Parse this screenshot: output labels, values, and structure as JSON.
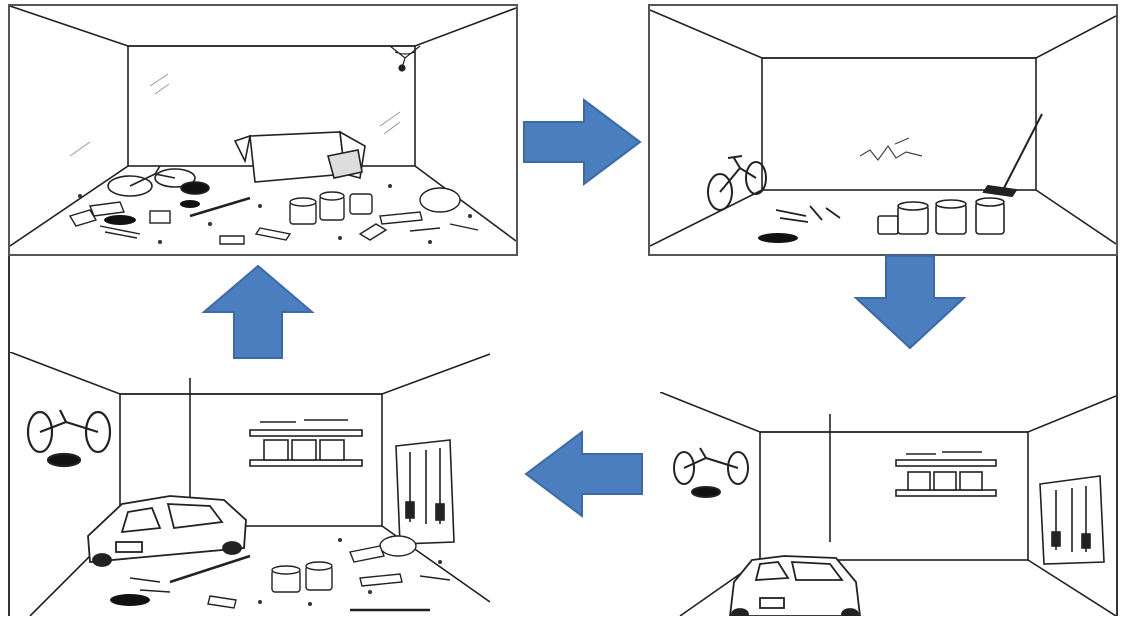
{
  "diagram": {
    "panels": [
      {
        "id": "messy-garage",
        "state": "cluttered"
      },
      {
        "id": "cleared-garage",
        "state": "cleared"
      },
      {
        "id": "organized-garage",
        "state": "organized"
      },
      {
        "id": "cluttered-again-garage",
        "state": "cluttered-with-car"
      }
    ],
    "flow": [
      "messy-garage",
      "cleared-garage",
      "organized-garage",
      "cluttered-again-garage",
      "messy-garage"
    ],
    "arrows": [
      {
        "id": "arrow-right",
        "direction": "right"
      },
      {
        "id": "arrow-down",
        "direction": "down"
      },
      {
        "id": "arrow-left",
        "direction": "left"
      },
      {
        "id": "arrow-up",
        "direction": "up"
      }
    ],
    "colors": {
      "arrow": "#4a7ebf",
      "arrow_stroke": "#3a6aa8",
      "line": "#222222",
      "frame": "#555555",
      "background": "#ffffff"
    },
    "icons": [
      "bicycle-icon",
      "car-icon",
      "paint-can-icon",
      "broom-icon",
      "shelf-icon",
      "tool-rack-icon",
      "box-icon",
      "cobweb-icon"
    ]
  }
}
